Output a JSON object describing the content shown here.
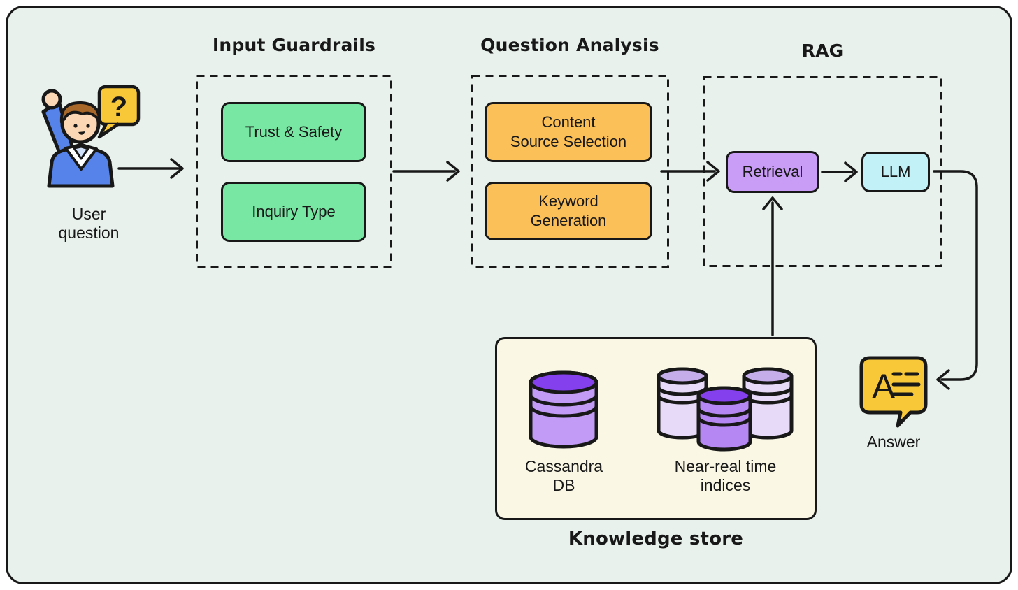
{
  "colors": {
    "background": "#e8f1ec",
    "ink": "#181818",
    "green": "#79e7a4",
    "orange": "#fbc057",
    "purple": "#c99df5",
    "cyan": "#c3f1f8",
    "yellow": "#f9c838",
    "cream": "#faf8e4",
    "db_body": "#c19bf6",
    "db_top": "#8540ee",
    "db_front_body": "#b487f2",
    "db_light_body": "#e6daf8",
    "db_light_top": "#c4ade9",
    "skin": "#fcd7b5",
    "hair": "#a8682a",
    "sweater": "#5583ea",
    "shirt": "#cfe0f8"
  },
  "user": {
    "label_lines": [
      "User",
      "question"
    ],
    "bubble_glyph": "?"
  },
  "sections": {
    "input_guardrails": {
      "title": "Input Guardrails",
      "boxes": [
        {
          "lines": [
            "Trust & Safety"
          ]
        },
        {
          "lines": [
            "Inquiry Type"
          ]
        }
      ]
    },
    "question_analysis": {
      "title": "Question Analysis",
      "boxes": [
        {
          "lines": [
            "Content",
            "Source Selection"
          ]
        },
        {
          "lines": [
            "Keyword",
            "Generation"
          ]
        }
      ]
    },
    "rag": {
      "title": "RAG",
      "retrieval": "Retrieval",
      "llm": "LLM"
    }
  },
  "knowledge_store": {
    "title": "Knowledge store",
    "cassandra": {
      "lines": [
        "Cassandra",
        "DB"
      ]
    },
    "indices": {
      "lines": [
        "Near-real time",
        "indices"
      ]
    }
  },
  "answer": {
    "label": "Answer",
    "bubble_glyph": "A"
  }
}
